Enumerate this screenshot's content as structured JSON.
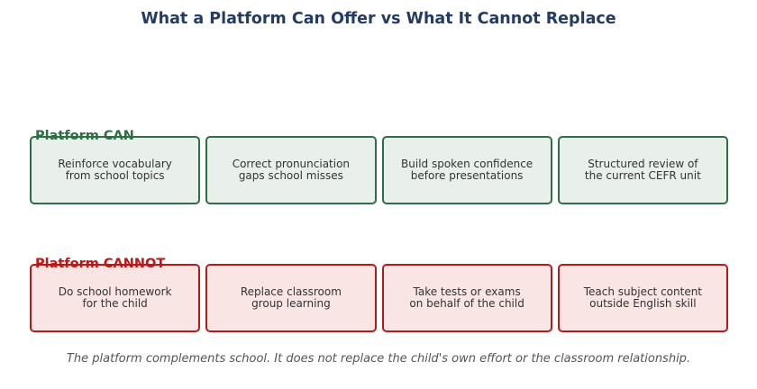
{
  "title": "What a Platform Can Offer vs What It Cannot Replace",
  "colors": {
    "title": "#243b63",
    "can_accent": "#2e6e45",
    "can_fill": "#e9f0ec",
    "cannot_accent": "#c01616",
    "cannot_fill": "#f8e5e4"
  },
  "can": {
    "label": "Platform CAN",
    "items": [
      "Reinforce vocabulary\nfrom school topics",
      "Correct pronunciation\ngaps school misses",
      "Build spoken confidence\nbefore presentations",
      "Structured review of\nthe current CEFR unit"
    ]
  },
  "cannot": {
    "label": "Platform CANNOT",
    "items": [
      "Do school homework\nfor the child",
      "Replace classroom\ngroup learning",
      "Take tests or exams\non behalf of the child",
      "Teach subject content\noutside English skill"
    ]
  },
  "footer": "The platform complements school. It does not replace the child's own effort or the classroom relationship."
}
